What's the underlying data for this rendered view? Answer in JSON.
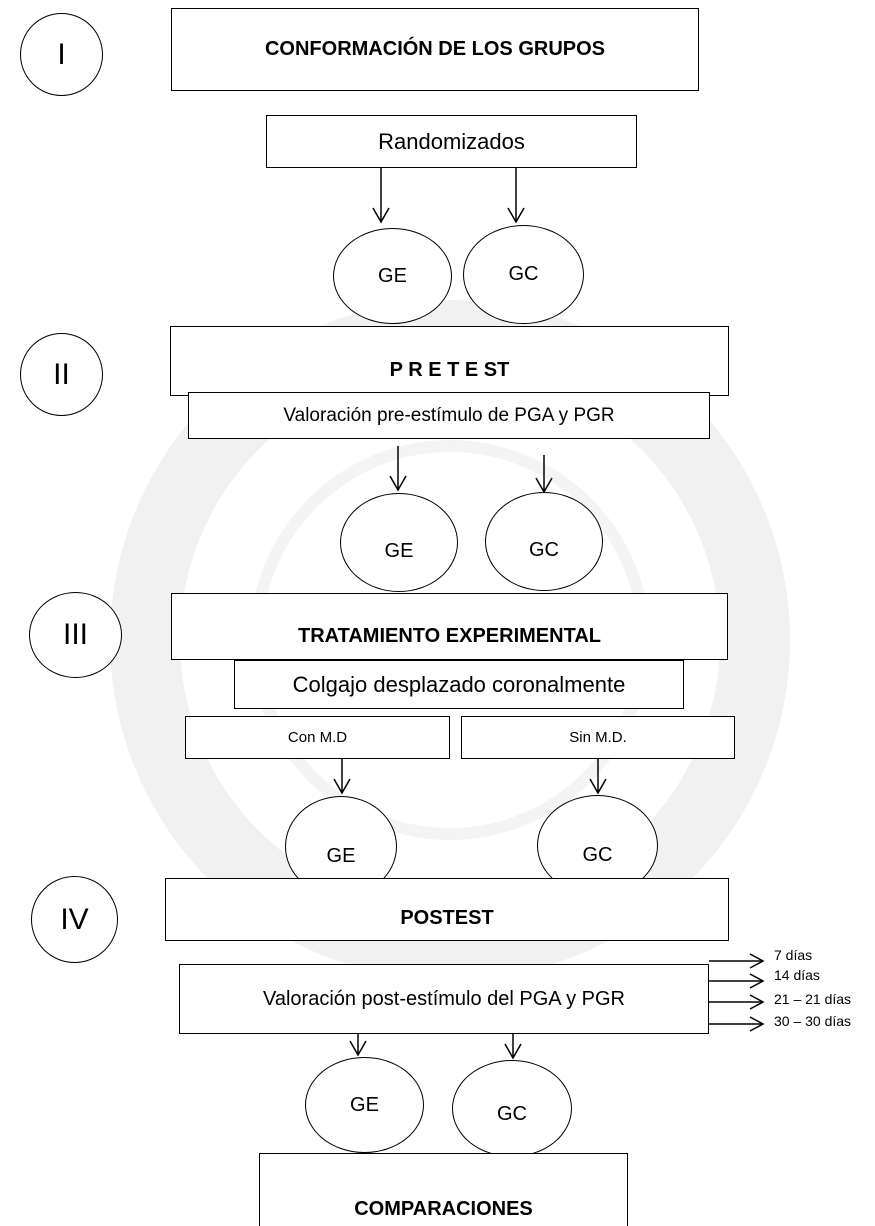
{
  "phases": {
    "p1": {
      "numeral": "I",
      "title": "CONFORMACIÓN DE  LOS GRUPOS",
      "sub": "Randomizados",
      "ge": "GE",
      "gc": "GC"
    },
    "p2": {
      "numeral": "II",
      "title": "P R E T E ST",
      "sub": "Valoración pre-estímulo de PGA y PGR",
      "ge": "GE",
      "gc": "GC"
    },
    "p3": {
      "numeral": "III",
      "title": "TRATAMIENTO EXPERIMENTAL",
      "sub": "Colgajo desplazado coronalmente",
      "left_branch": "Con M.D",
      "right_branch": "Sin M.D.",
      "ge": "GE",
      "gc": "GC"
    },
    "p4": {
      "numeral": "IV",
      "title": "POSTEST",
      "sub": "Valoración post-estímulo del PGA y PGR",
      "ge": "GE",
      "gc": "GC",
      "days": [
        "7  días",
        "14 días",
        "21 – 21 días",
        "30 – 30  días"
      ]
    },
    "final": {
      "title": "COMPARACIONES"
    }
  }
}
